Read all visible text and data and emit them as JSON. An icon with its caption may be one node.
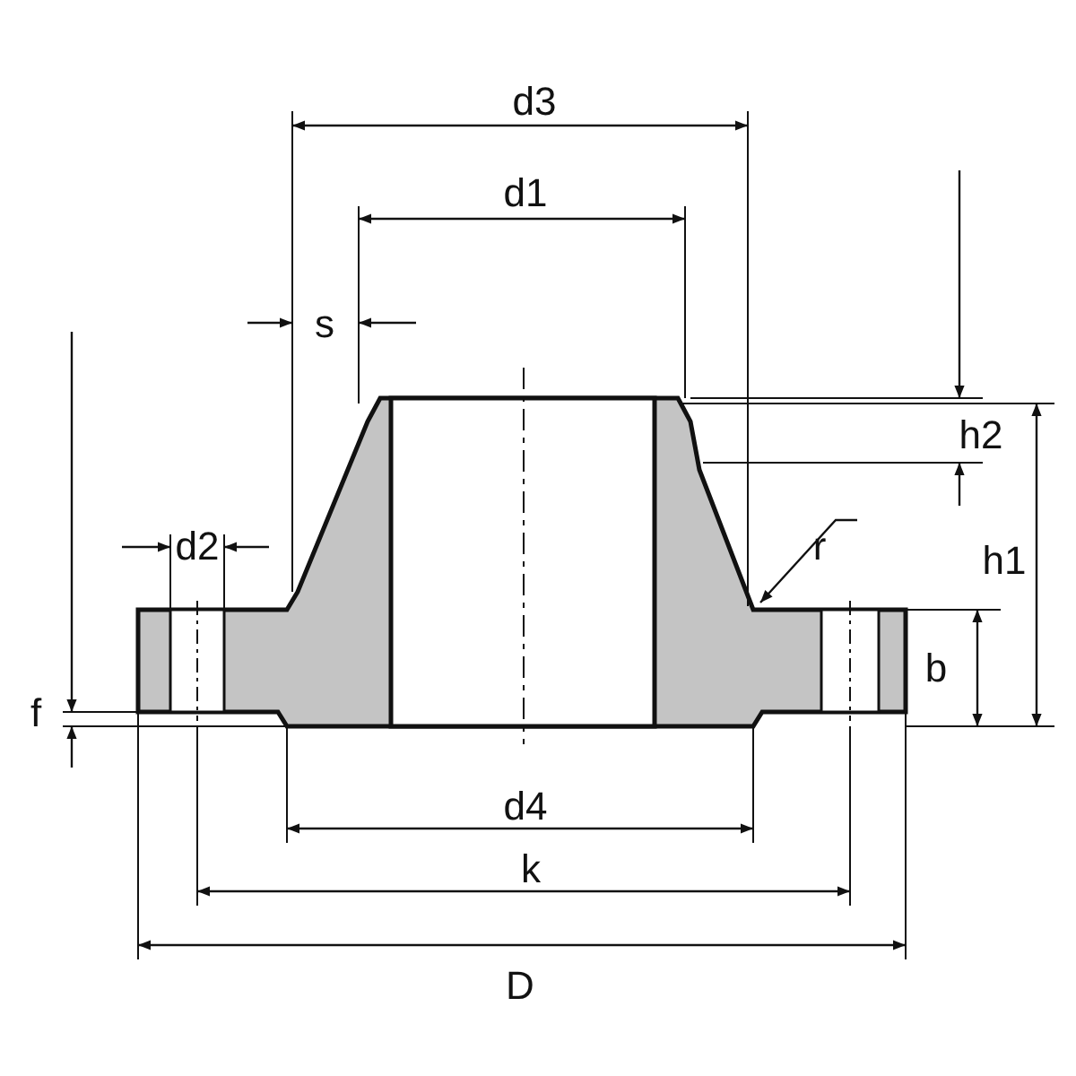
{
  "diagram": {
    "labels": [
      "d3",
      "d1",
      "s",
      "h2",
      "d2",
      "r",
      "h1",
      "b",
      "f",
      "d4",
      "k",
      "D"
    ]
  }
}
